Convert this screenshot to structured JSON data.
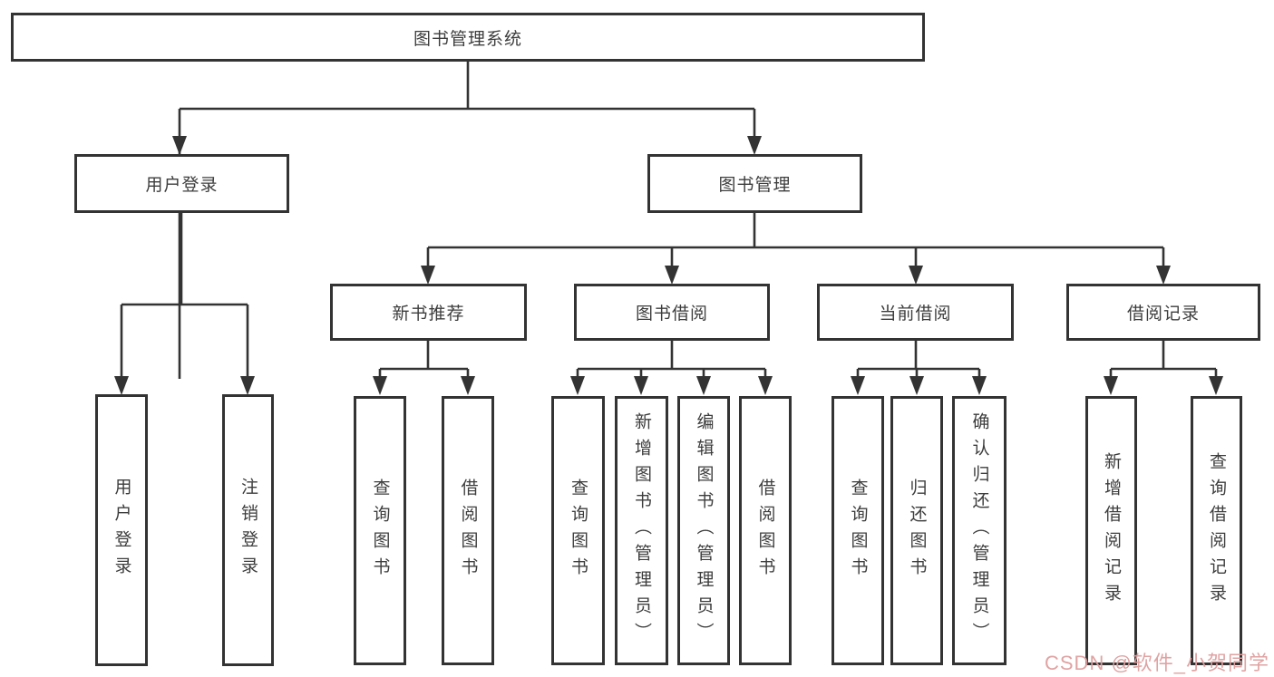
{
  "diagram": {
    "root": {
      "label": "图书管理系统"
    },
    "level2": {
      "user_login": "用户登录",
      "book_management": "图书管理"
    },
    "level3": {
      "new_book_recommend": "新书推荐",
      "book_borrow": "图书借阅",
      "current_borrow": "当前借阅",
      "borrow_records": "借阅记录"
    },
    "leaves": {
      "user_login": "用户登录",
      "logout": "注销登录",
      "nb_query_book": "查询图书",
      "nb_borrow_book": "借阅图书",
      "bb_query_book": "查询图书",
      "bb_add_book": "新增图书（管理员）",
      "bb_edit_book": "编辑图书（管理员）",
      "bb_borrow_book": "借阅图书",
      "cb_query_book": "查询图书",
      "cb_return_book": "归还图书",
      "cb_confirm_return": "确认归还（管理员）",
      "br_add_record": "新增借阅记录",
      "br_query_record": "查询借阅记录"
    },
    "watermark": "CSDN @软件_小贺同学",
    "colors": {
      "line": "#333333",
      "box_background": "#ffffff",
      "text": "#3d3d3d",
      "watermark": "#de9e9e"
    }
  }
}
